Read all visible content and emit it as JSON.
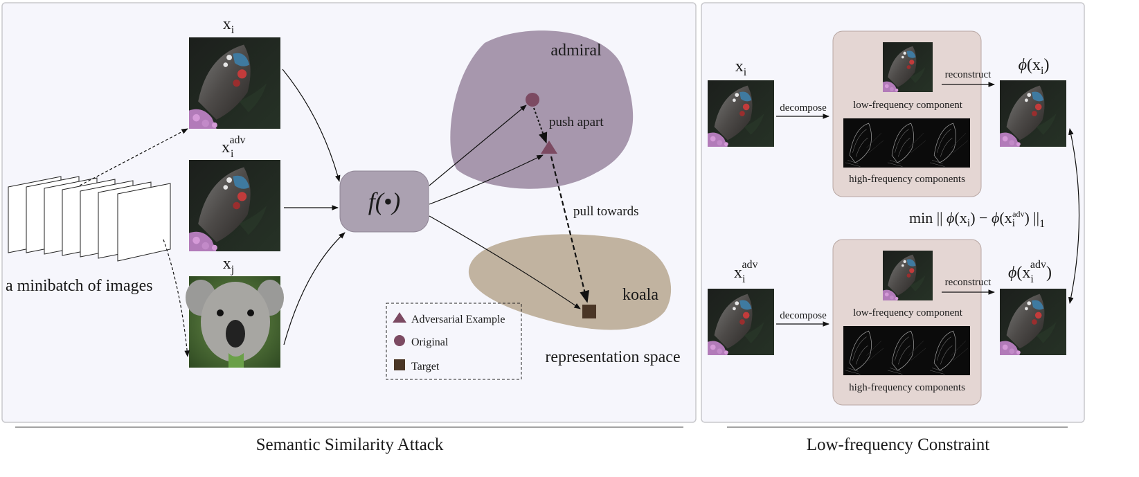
{
  "left_panel": {
    "caption": "Semantic Similarity Attack",
    "minibatch_label": "a minibatch of images",
    "img_xi": {
      "base": "x",
      "sub": "i"
    },
    "img_xadv": {
      "base": "x",
      "sub": "i",
      "sup": "adv"
    },
    "img_xj": {
      "base": "x",
      "sub": "j"
    },
    "encoder_label": "f(•)",
    "admiral_label": "admiral",
    "koala_label": "koala",
    "push_apart_label": "push apart",
    "pull_towards_label": "pull towards",
    "space_label": "representation space",
    "legend": {
      "adversarial": "Adversarial Example",
      "original": "Original",
      "target": "Target"
    }
  },
  "right_panel": {
    "caption": "Low-frequency Constraint",
    "top": {
      "input": {
        "base": "x",
        "sub": "i"
      },
      "decompose": "decompose",
      "low_freq": "low-frequency component",
      "high_freq": "high-frequency components",
      "reconstruct": "reconstruct",
      "output": {
        "phi": "ϕ",
        "base": "x",
        "sub": "i"
      }
    },
    "bottom": {
      "input": {
        "base": "x",
        "sub": "i",
        "sup": "adv"
      },
      "decompose": "decompose",
      "low_freq": "low-frequency component",
      "high_freq": "high-frequency components",
      "reconstruct": "reconstruct",
      "output": {
        "phi": "ϕ",
        "base": "x",
        "sub": "i",
        "sup": "adv"
      }
    },
    "objective": {
      "prefix": "min",
      "norm_sub": "1"
    }
  },
  "colors": {
    "panel_bg": "#f6f6fc",
    "panel_border": "#c8c8cc",
    "admiral_region": "#a797ad",
    "koala_region": "#c1b3a0",
    "encoder_box": "#aba1b1",
    "decomp_box": "#e4d6d3",
    "original_marker": "#7c4a62",
    "adversarial_marker": "#7c4a62",
    "target_marker": "#4a3626"
  }
}
